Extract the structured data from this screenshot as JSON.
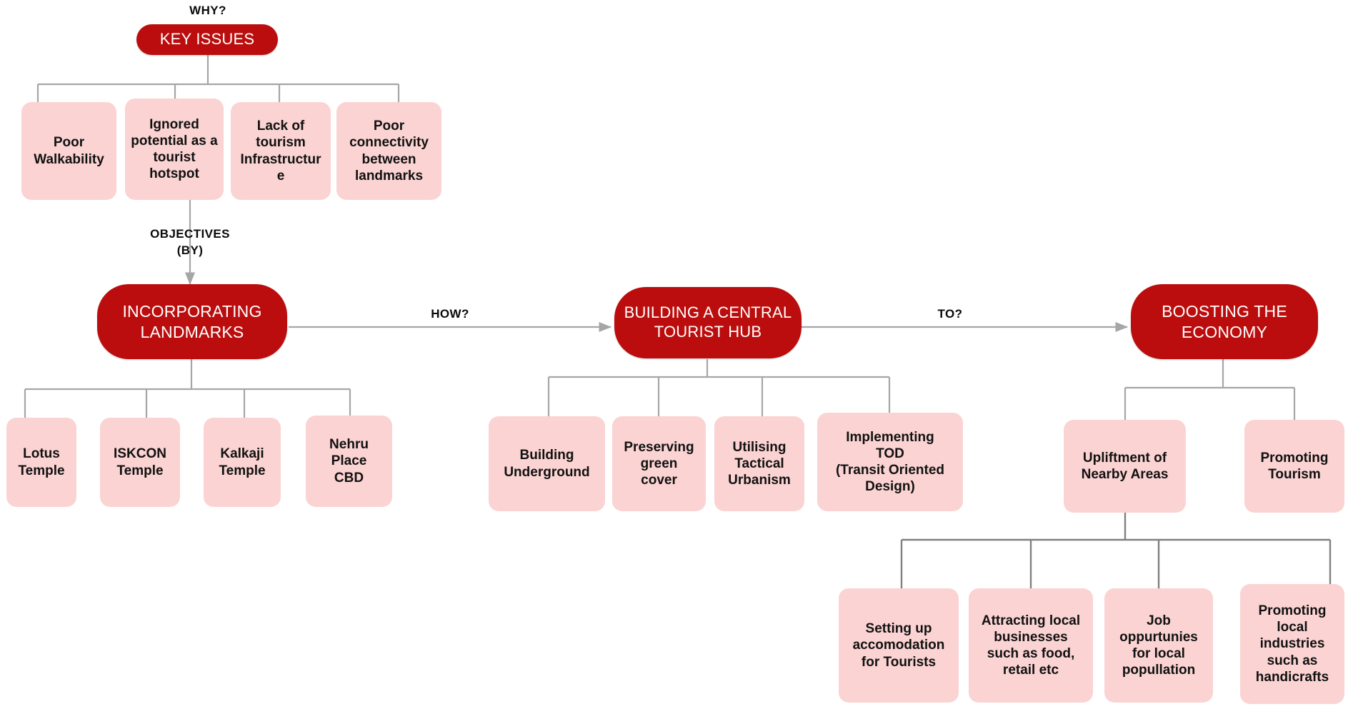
{
  "diagram": {
    "title": "Key Issues to Boosting the Economy flow chart",
    "colors": {
      "primary_node_fill": "#BB0D0D",
      "primary_node_text": "#FFFFFF",
      "secondary_node_fill": "#FBD3D3",
      "secondary_node_text": "#111111",
      "connector_line": "#A6A6A6",
      "background": "#FFFFFF"
    }
  },
  "edge_labels": {
    "why": "WHY?",
    "objectives_by": "OBJECTIVES\n(BY)",
    "how": "HOW?",
    "to": "TO?"
  },
  "root": {
    "label": "KEY ISSUES"
  },
  "key_issues": [
    {
      "label": "Poor\nWalkability"
    },
    {
      "label": "Ignored\npotential as a\ntourist\nhotspot"
    },
    {
      "label": "Lack of\ntourism\nInfrastructur\ne"
    },
    {
      "label": "Poor\nconnectivity\nbetween\nlandmarks"
    }
  ],
  "objectives": [
    {
      "label": "INCORPORATING\nLANDMARKS",
      "children": [
        {
          "label": "Lotus\nTemple"
        },
        {
          "label": "ISKCON\nTemple"
        },
        {
          "label": "Kalkaji\nTemple"
        },
        {
          "label": "Nehru\nPlace\nCBD"
        }
      ]
    },
    {
      "label": "BUILDING A CENTRAL\nTOURIST HUB",
      "children": [
        {
          "label": "Building\nUnderground"
        },
        {
          "label": "Preserving\ngreen\ncover"
        },
        {
          "label": "Utilising\nTactical\nUrbanism"
        },
        {
          "label": "Implementing\nTOD\n(Transit Oriented\nDesign)"
        }
      ]
    },
    {
      "label": "BOOSTING THE\nECONOMY",
      "children": [
        {
          "label": "Upliftment of\nNearby Areas"
        },
        {
          "label": "Promoting\nTourism"
        }
      ]
    }
  ],
  "upliftment_children": [
    {
      "label": "Setting up\naccomodation\nfor Tourists"
    },
    {
      "label": "Attracting local\nbusinesses\nsuch as food,\nretail etc"
    },
    {
      "label": "Job\noppurtunies\nfor local\npopullation"
    },
    {
      "label": "Promoting\nlocal\nindustries\nsuch as\nhandicrafts"
    }
  ]
}
